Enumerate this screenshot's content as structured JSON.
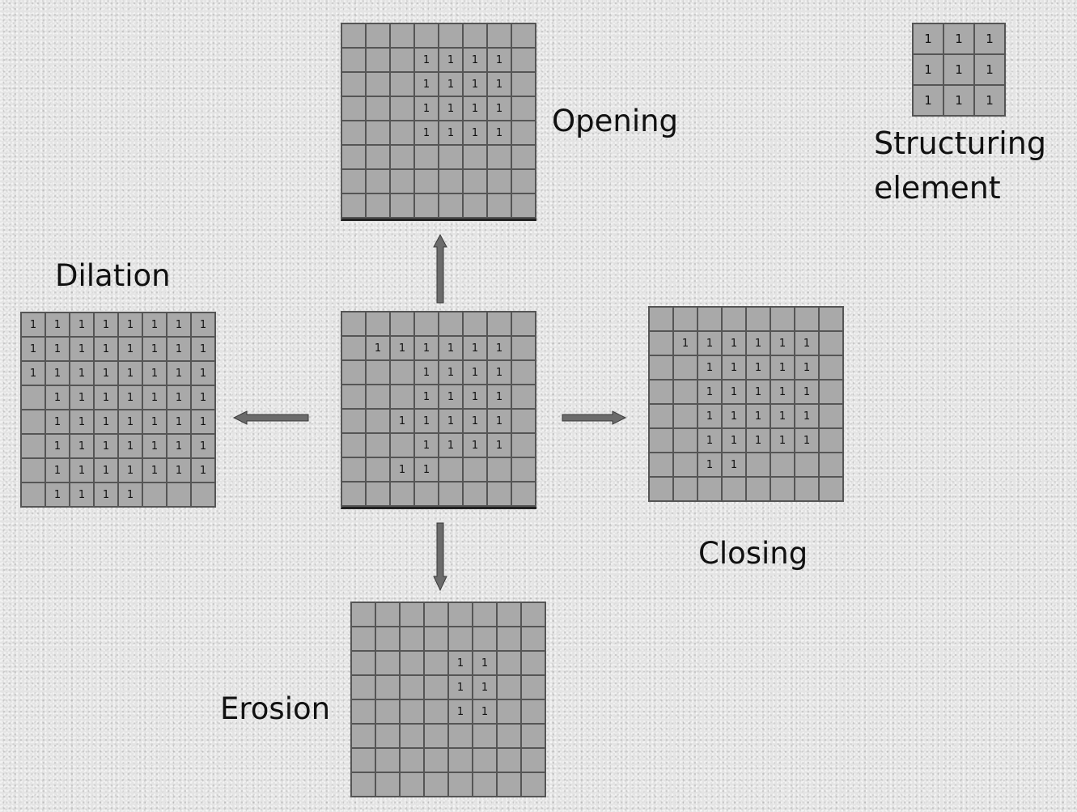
{
  "grids": {
    "original": {
      "rows": [
        "........",
        ".111111.",
        "...1111.",
        "...1111.",
        "..11111.",
        "...1111.",
        "..11....",
        "........"
      ]
    },
    "opening": {
      "rows": [
        "........",
        "...1111.",
        "...1111.",
        "...1111.",
        "...1111.",
        "........",
        "........",
        "........"
      ]
    },
    "dilation": {
      "rows": [
        "11111111",
        "11111111",
        "11111111",
        ".1111111",
        ".1111111",
        ".1111111",
        ".1111111",
        ".1111..."
      ]
    },
    "closing": {
      "rows": [
        "........",
        ".111111.",
        "..11111.",
        "..11111.",
        "..11111.",
        "..11111.",
        "..11....",
        "........"
      ]
    },
    "erosion": {
      "rows": [
        "........",
        "........",
        "....11..",
        "....11..",
        "....11..",
        "........",
        "........",
        "........"
      ]
    },
    "structuring": {
      "rows": [
        "111",
        "111",
        "111"
      ]
    }
  },
  "cell_value": "1",
  "labels": {
    "opening": "Opening",
    "dilation": "Dilation",
    "closing": "Closing",
    "erosion": "Erosion",
    "structuring_line1": "Structuring",
    "structuring_line2": "element"
  },
  "colors": {
    "cell_fill": "#a9a9a9",
    "grid_line": "#555555",
    "arrow": "#6b6b6b",
    "background": "#e4e4e4"
  }
}
